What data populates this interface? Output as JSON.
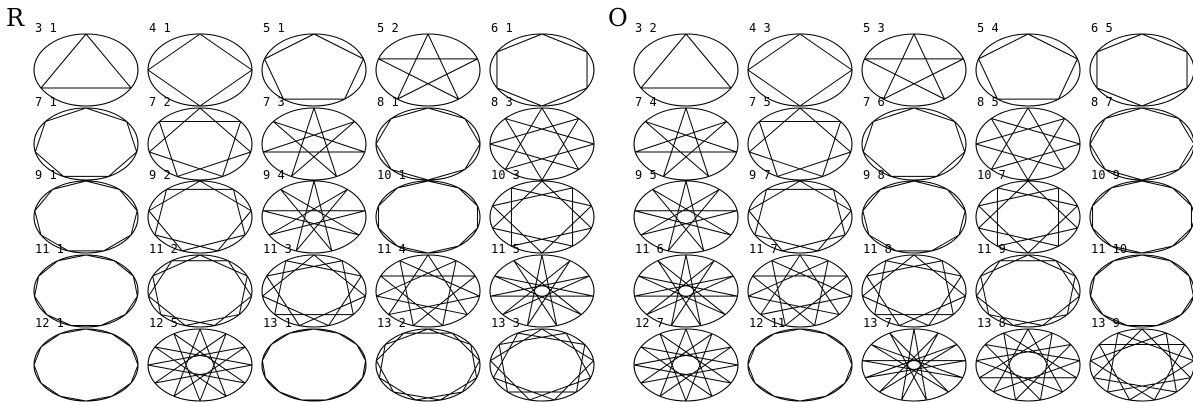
{
  "panels": [
    {
      "letter": "R",
      "cells": [
        {
          "label": "3 1",
          "n": 3,
          "k": 1
        },
        {
          "label": "4 1",
          "n": 4,
          "k": 1
        },
        {
          "label": "5 1",
          "n": 5,
          "k": 1
        },
        {
          "label": "5 2",
          "n": 5,
          "k": 2
        },
        {
          "label": "6 1",
          "n": 6,
          "k": 1
        },
        {
          "label": "7 1",
          "n": 7,
          "k": 1
        },
        {
          "label": "7 2",
          "n": 7,
          "k": 2
        },
        {
          "label": "7 3",
          "n": 7,
          "k": 3
        },
        {
          "label": "8 1",
          "n": 8,
          "k": 1
        },
        {
          "label": "8 3",
          "n": 8,
          "k": 3
        },
        {
          "label": "9 1",
          "n": 9,
          "k": 1
        },
        {
          "label": "9 2",
          "n": 9,
          "k": 2
        },
        {
          "label": "9 4",
          "n": 9,
          "k": 4
        },
        {
          "label": "10 1",
          "n": 10,
          "k": 1
        },
        {
          "label": "10 3",
          "n": 10,
          "k": 3
        },
        {
          "label": "11 1",
          "n": 11,
          "k": 1
        },
        {
          "label": "11 2",
          "n": 11,
          "k": 2
        },
        {
          "label": "11 3",
          "n": 11,
          "k": 3
        },
        {
          "label": "11 4",
          "n": 11,
          "k": 4
        },
        {
          "label": "11 5",
          "n": 11,
          "k": 5
        },
        {
          "label": "12 1",
          "n": 12,
          "k": 1
        },
        {
          "label": "12 5",
          "n": 12,
          "k": 5
        },
        {
          "label": "13 1",
          "n": 13,
          "k": 1
        },
        {
          "label": "13 2",
          "n": 13,
          "k": 2
        },
        {
          "label": "13 3",
          "n": 13,
          "k": 3
        }
      ]
    },
    {
      "letter": "O",
      "cells": [
        {
          "label": "3 2",
          "n": 3,
          "k": 2
        },
        {
          "label": "4 3",
          "n": 4,
          "k": 3
        },
        {
          "label": "5 3",
          "n": 5,
          "k": 3
        },
        {
          "label": "5 4",
          "n": 5,
          "k": 4
        },
        {
          "label": "6 5",
          "n": 6,
          "k": 5
        },
        {
          "label": "7 4",
          "n": 7,
          "k": 4
        },
        {
          "label": "7 5",
          "n": 7,
          "k": 5
        },
        {
          "label": "7 6",
          "n": 7,
          "k": 6
        },
        {
          "label": "8 5",
          "n": 8,
          "k": 5
        },
        {
          "label": "8 7",
          "n": 8,
          "k": 7
        },
        {
          "label": "9 5",
          "n": 9,
          "k": 5
        },
        {
          "label": "9 7",
          "n": 9,
          "k": 7
        },
        {
          "label": "9 8",
          "n": 9,
          "k": 8
        },
        {
          "label": "10 7",
          "n": 10,
          "k": 7
        },
        {
          "label": "10 9",
          "n": 10,
          "k": 9
        },
        {
          "label": "11 6",
          "n": 11,
          "k": 6
        },
        {
          "label": "11 7",
          "n": 11,
          "k": 7
        },
        {
          "label": "11 8",
          "n": 11,
          "k": 8
        },
        {
          "label": "11 9",
          "n": 11,
          "k": 9
        },
        {
          "label": "11 10",
          "n": 11,
          "k": 10
        },
        {
          "label": "12 7",
          "n": 12,
          "k": 7
        },
        {
          "label": "12 11",
          "n": 12,
          "k": 11
        },
        {
          "label": "13 7",
          "n": 13,
          "k": 7
        },
        {
          "label": "13 8",
          "n": 13,
          "k": 8
        },
        {
          "label": "13 9",
          "n": 13,
          "k": 9
        }
      ]
    }
  ]
}
